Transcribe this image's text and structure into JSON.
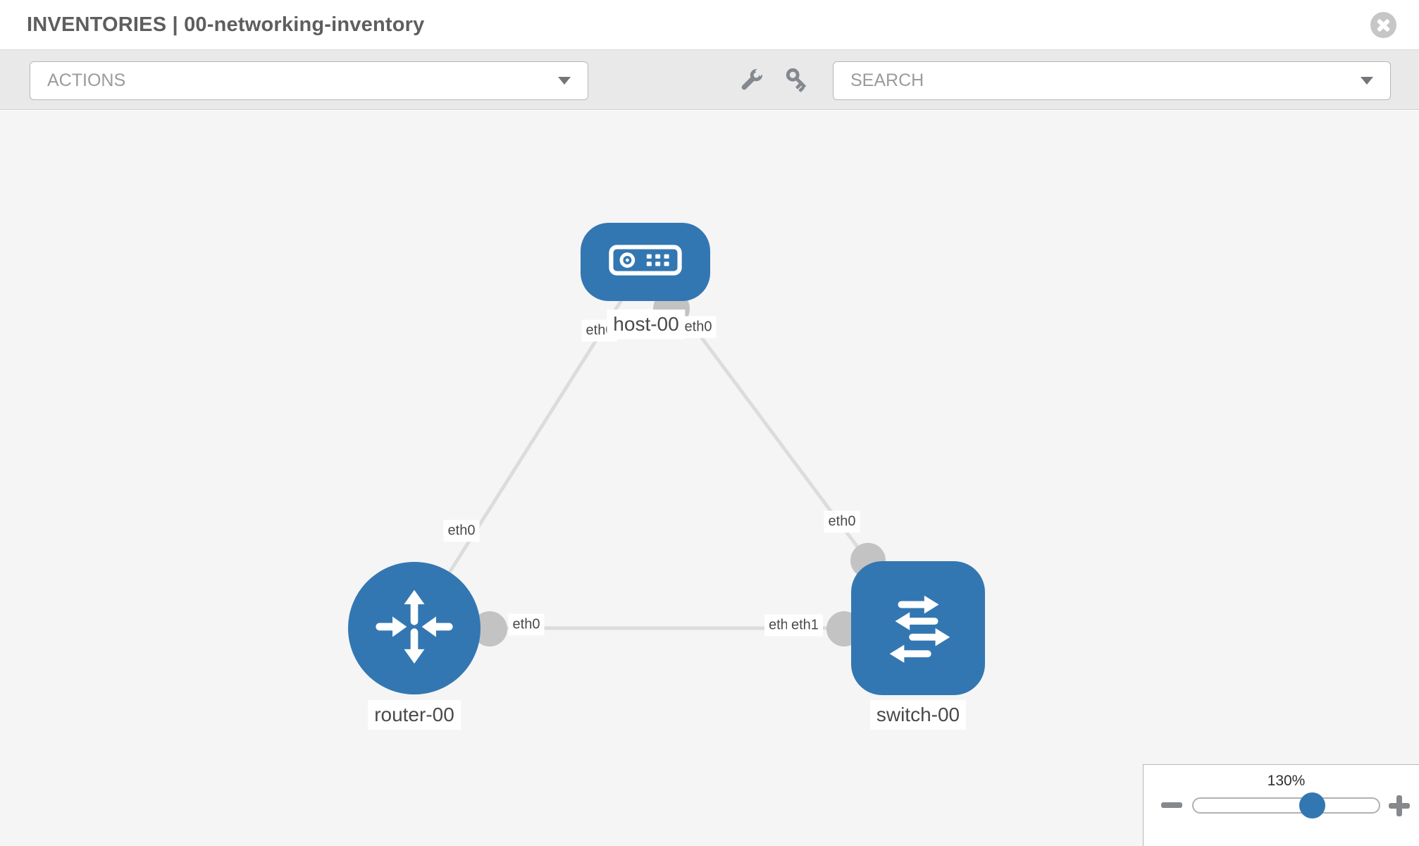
{
  "header": {
    "title": "INVENTORIES | 00-networking-inventory"
  },
  "toolbar": {
    "actions_label": "ACTIONS",
    "search_label": "SEARCH",
    "tool_icons": [
      "wrench",
      "key"
    ]
  },
  "topology": {
    "nodes": [
      {
        "name": "host-00",
        "type": "host",
        "shape": "rounded-rectangle",
        "icon": "server"
      },
      {
        "name": "router-00",
        "type": "router",
        "shape": "circle",
        "icon": "router-arrows"
      },
      {
        "name": "switch-00",
        "type": "switch",
        "shape": "rounded-square",
        "icon": "switch-arrows"
      }
    ],
    "links": [
      {
        "source": "host-00",
        "source_interface": "eth0",
        "target": "router-00",
        "target_interface": "eth0"
      },
      {
        "source": "host-00",
        "source_interface": "eth0",
        "target": "switch-00",
        "target_interface": "eth0"
      },
      {
        "source": "router-00",
        "source_interface": "eth0",
        "target": "switch-00",
        "target_interface": "eth1"
      }
    ],
    "occluded_interface_label": "eth0"
  },
  "zoom_control": {
    "value": "130%",
    "minus_icon": "minus",
    "plus_icon": "plus"
  },
  "colors": {
    "node_blue": "#3377b2",
    "interface_gray": "#c3c3c3",
    "link_gray": "#dcdcdc",
    "canvas_bg": "#f5f5f5",
    "toolbar_bg": "#e9e9e9"
  }
}
